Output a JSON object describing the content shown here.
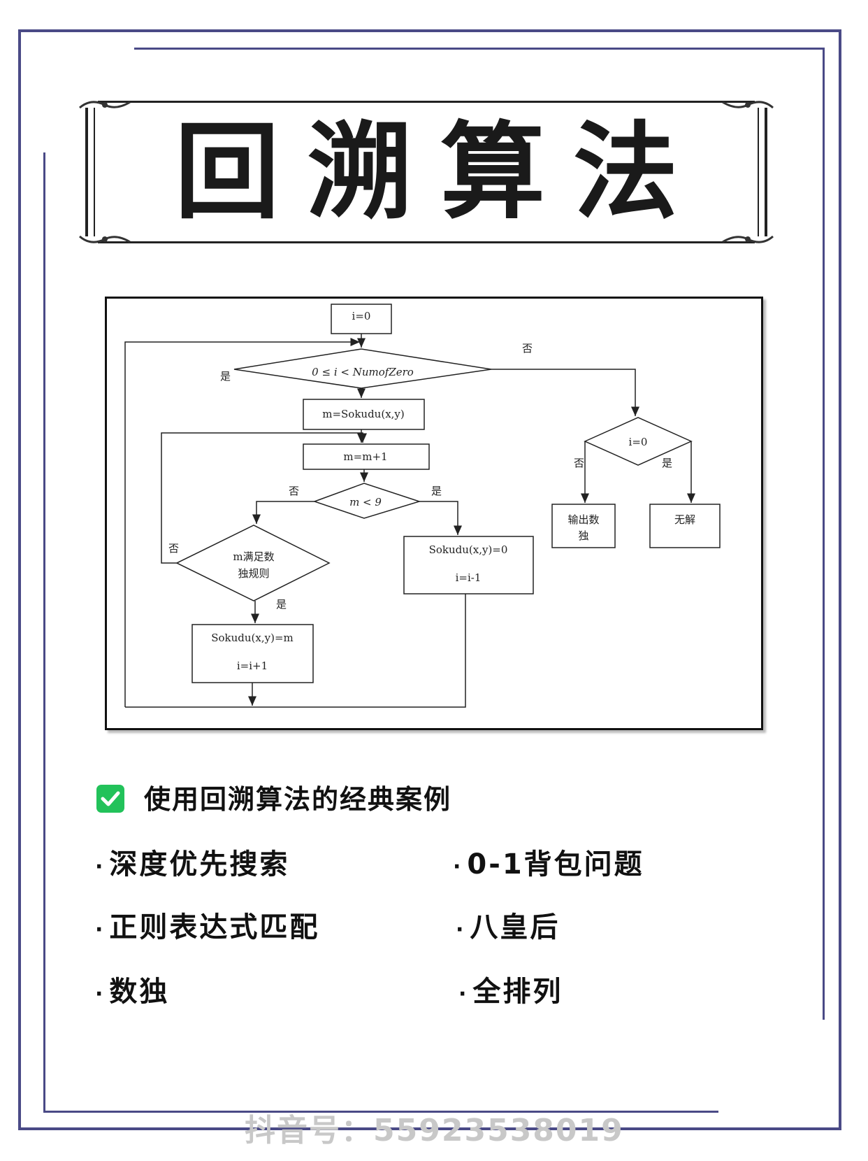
{
  "title": "回溯算法",
  "flowchart": {
    "init": "i=0",
    "loop_condition": "0 ≤ i < NumofZero",
    "assign_m": "m=Sokudu(x,y)",
    "increment_m": "m=m+1",
    "m_check": "m < 9",
    "rule_check_line1": "m满足数",
    "rule_check_line2": "独规则",
    "fill_line1": "Sokudu(x,y)=m",
    "fill_line2": "i=i+1",
    "reset_line1": "Sokudu(x,y)=0",
    "reset_line2": "i=i-1",
    "final_check": "i=0",
    "output_line1": "输出数",
    "output_line2": "独",
    "no_solution": "无解",
    "label_yes": "是",
    "label_no": "否"
  },
  "cases": {
    "heading": "使用回溯算法的经典案例",
    "items": [
      "深度优先搜索",
      "0-1背包问题",
      "正则表达式匹配",
      "八皇后",
      "数独",
      "全排列"
    ]
  },
  "watermark": "抖音号：55923538019",
  "colors": {
    "frame": "#4a4a86",
    "check": "#22c25a"
  }
}
